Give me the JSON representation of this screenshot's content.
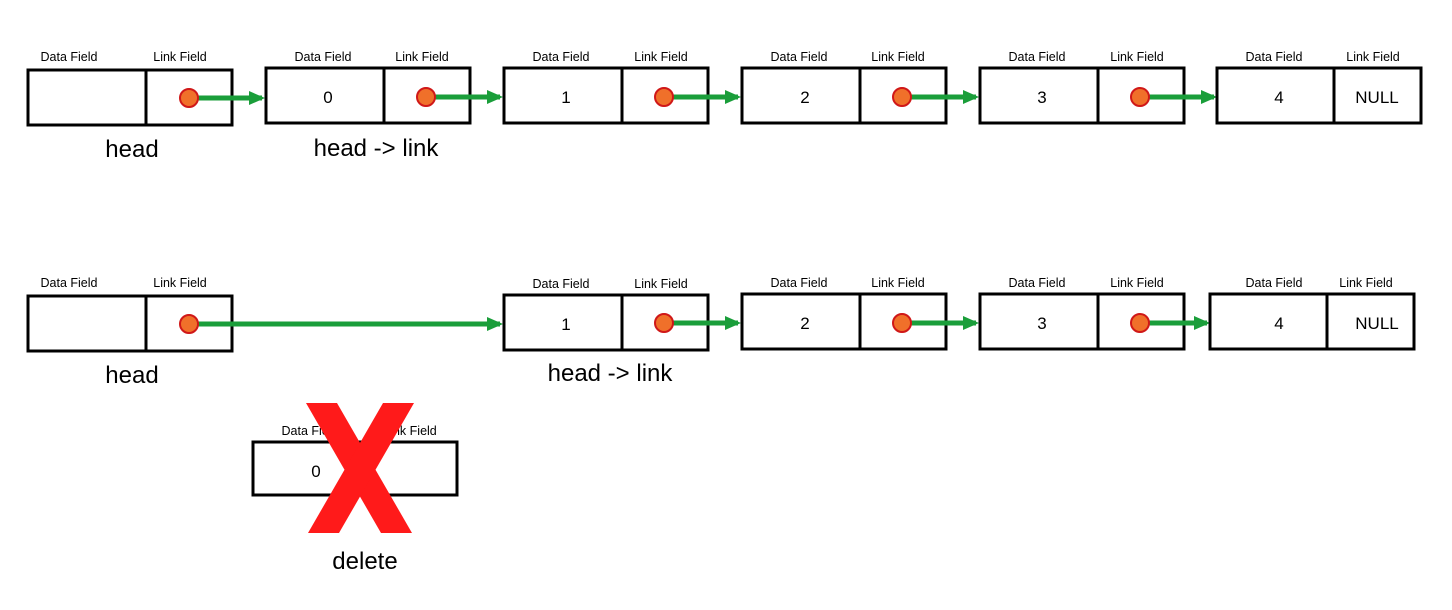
{
  "labels": {
    "data_field": "Data Field",
    "link_field": "Link Field"
  },
  "top_list": {
    "head_caption": "head",
    "head_link_caption": "head -> link",
    "nodes": [
      {
        "data": "",
        "link": "pointer"
      },
      {
        "data": "0",
        "link": "pointer"
      },
      {
        "data": "1",
        "link": "pointer"
      },
      {
        "data": "2",
        "link": "pointer"
      },
      {
        "data": "3",
        "link": "pointer"
      },
      {
        "data": "4",
        "link": "NULL"
      }
    ]
  },
  "bottom_list": {
    "head_caption": "head",
    "head_link_caption": "head -> link",
    "nodes": [
      {
        "data": "",
        "link": "pointer"
      },
      {
        "data": "1",
        "link": "pointer"
      },
      {
        "data": "2",
        "link": "pointer"
      },
      {
        "data": "3",
        "link": "pointer"
      },
      {
        "data": "4",
        "link": "NULL"
      }
    ]
  },
  "deleted_node": {
    "data": "0",
    "caption": "delete",
    "mark_icon": "red-x-icon"
  },
  "colors": {
    "arrow": "#1a9e3a",
    "pointer_fill": "#f0702a",
    "pointer_stroke": "#d01818",
    "delete_mark": "#ff1a1a",
    "box_stroke": "#000000"
  }
}
